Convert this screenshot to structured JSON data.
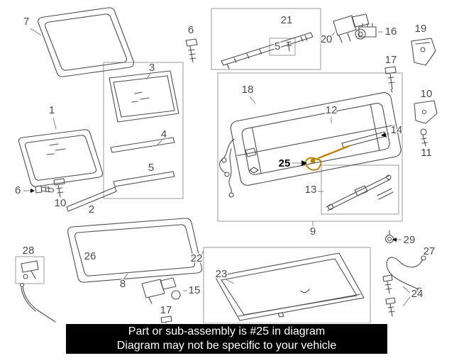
{
  "banner": {
    "line1": "Part or sub-assembly is #25 in diagram",
    "line2": "Diagram may not be specific to your vehicle",
    "bg_color": "#000000",
    "text_color": "#ffffff"
  },
  "diagram": {
    "type": "exploded-parts-diagram",
    "subject": "sunroof assembly",
    "highlighted_part": "25",
    "highlight_color": "#b8860b",
    "line_color": "#4d4d4d",
    "box_color": "#9a9a9a",
    "label_color": "#4a4a4a",
    "labels": {
      "n1": "1",
      "n2": "2",
      "n3": "3",
      "n4": "4",
      "n5": "5",
      "n6": "6",
      "n7": "7",
      "n8": "8",
      "n9": "9",
      "n10": "10",
      "n11": "11",
      "n12": "12",
      "n13": "13",
      "n14": "14",
      "n15": "15",
      "n16": "16",
      "n17": "17",
      "n18": "18",
      "n19": "19",
      "n20": "20",
      "n21": "21",
      "n22": "22",
      "n23": "23",
      "n24": "24",
      "n25": "25",
      "n26": "26",
      "n27": "27",
      "n28": "28",
      "n29": "29"
    }
  }
}
